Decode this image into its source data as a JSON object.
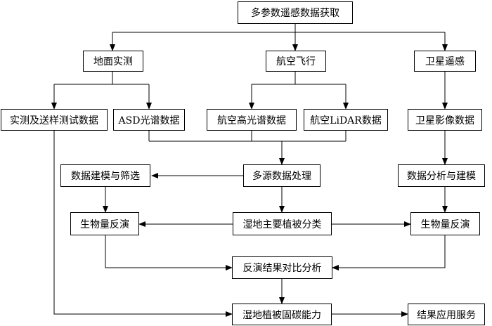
{
  "nodes": {
    "top": "多参数遥感数据获取",
    "ground": "地面实测",
    "aerial": "航空飞行",
    "satellite": "卫星遥感",
    "field_data": "实测及送样测试数据",
    "asd": "ASD光谱数据",
    "hyper": "航空高光谱数据",
    "lidar": "航空LiDAR数据",
    "sat_image": "卫星影像数据",
    "modeling": "数据建模与筛选",
    "multi_source": "多源数据处理",
    "analysis_model": "数据分析与建模",
    "biomass_left": "生物量反演",
    "classification": "湿地主要植被分类",
    "biomass_right": "生物量反演",
    "comparison": "反演结果对比分析",
    "carbon": "湿地植被固碳能力",
    "application": "结果应用服务"
  }
}
